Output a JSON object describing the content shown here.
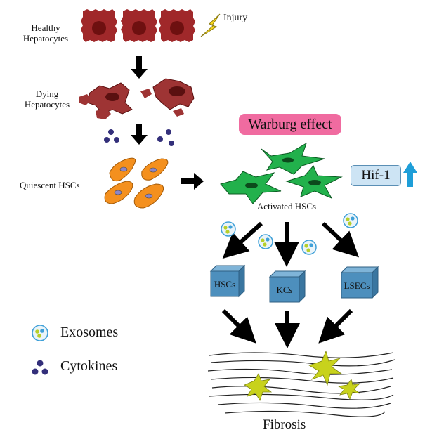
{
  "labels": {
    "healthy": "Healthy\nHepatocytes",
    "injury": "Injury",
    "dying": "Dying\nHepatocytes",
    "quiescent": "Quiescent HSCs",
    "warburg": "Warburg effect",
    "activated": "Activated HSCs",
    "hif": "Hif-1",
    "box_hscs": "HSCs",
    "box_kcs": "KCs",
    "box_lsecs": "LSECs",
    "fibrosis": "Fibrosis"
  },
  "legend": [
    {
      "label": "Exosomes",
      "icon": "exosome-icon"
    },
    {
      "label": "Cytokines",
      "icon": "cytokine-icon"
    }
  ],
  "colors": {
    "hepatocyte": "#a0282a",
    "nucleus": "#6e1010",
    "dying": "#9e3434",
    "quiescent": "#f4901e",
    "activated": "#22b14c",
    "warburg_bg": "#f06ba0",
    "hif_bg": "#cde4f4",
    "up_arrow": "#1e9ed8",
    "box": "#4d8fbd",
    "cytokine": "#332f7a",
    "exosome_ring": "#3fa0d8",
    "lightning": "#f6d51c",
    "fibrosis_star": "#c8d21c"
  }
}
